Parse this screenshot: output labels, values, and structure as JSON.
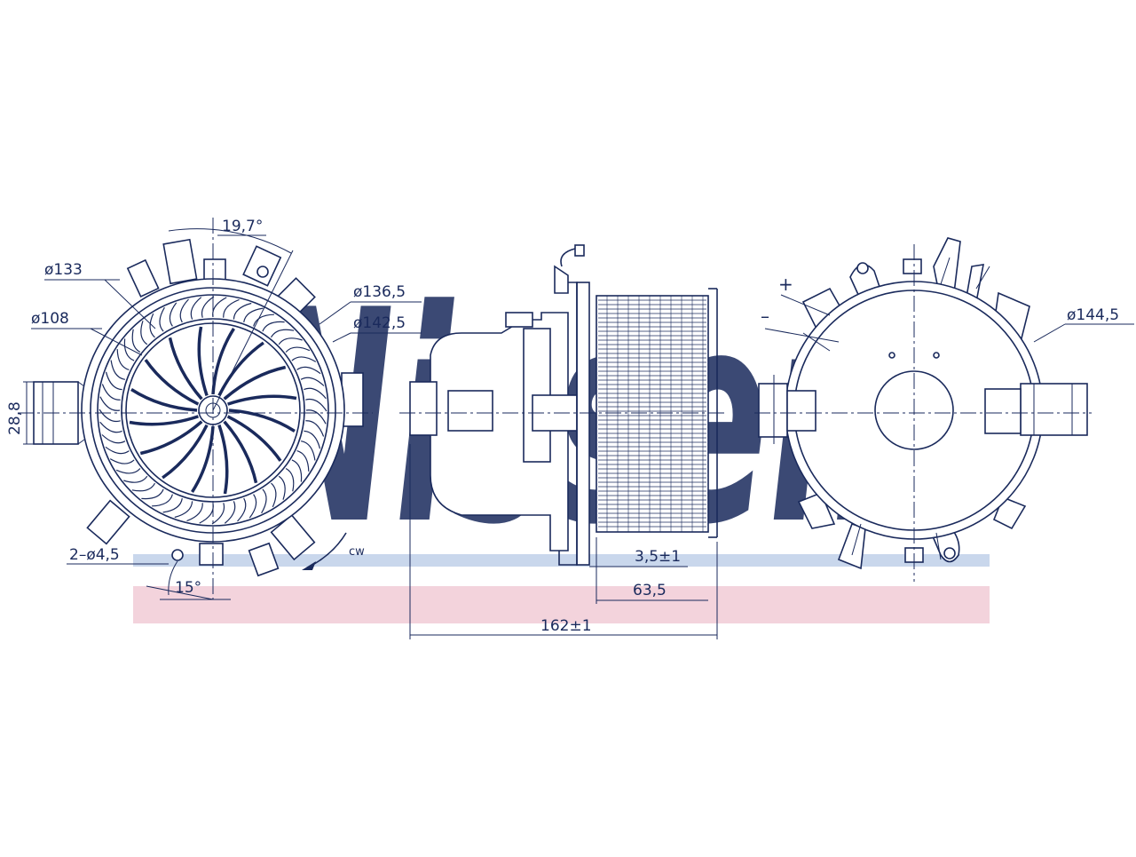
{
  "watermark": {
    "text": "Nissens",
    "blue": "#c9d7ec",
    "pink": "#f3d3dc"
  },
  "front_view": {
    "d_inner_fan": "ø108",
    "d_rotor": "ø133",
    "d_housing": "ø136,5",
    "d_flange": "ø142,5",
    "angle_top": "19,7°",
    "connector_height": "28,8",
    "holes": "2–ø4,5",
    "angle_bottom": "15°",
    "rotation": "cw"
  },
  "side_view": {
    "gap": "3,5±1",
    "fan_width": "63,5",
    "total_length": "162±1"
  },
  "rear_view": {
    "plus": "+",
    "minus": "–",
    "d_outer": "ø144,5"
  },
  "line_color": "#1a2a5c"
}
